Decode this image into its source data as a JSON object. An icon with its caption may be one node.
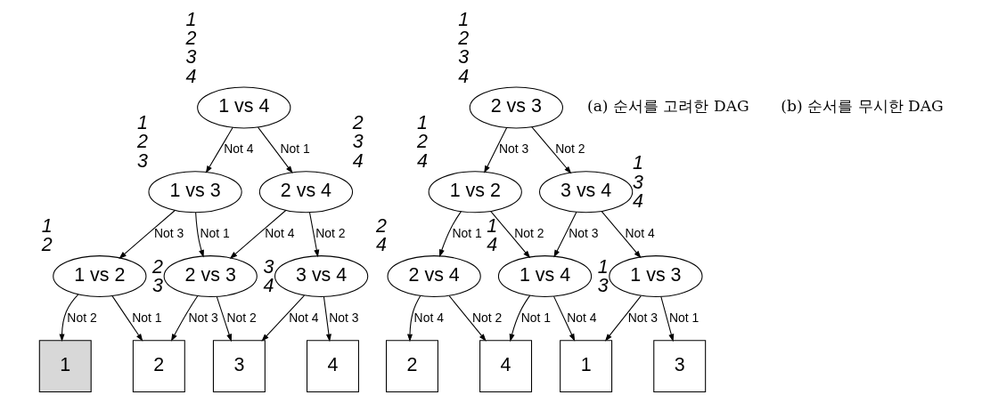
{
  "diagram": {
    "nodes": [
      {
        "text": [
          "1 vs 4"
        ],
        "beside": [
          "1 2 3 4"
        ]
      },
      {
        "text": [
          "1 vs 3"
        ],
        "beside": [
          "1 2 3"
        ]
      },
      {
        "text": [
          "2 vs 4"
        ],
        "beside": [
          "2 3 4"
        ]
      },
      {
        "text": [
          "1 vs 2"
        ],
        "beside": [
          "1 2"
        ]
      },
      {
        "text": [
          "2 vs 3"
        ],
        "beside": [
          "2 3"
        ]
      },
      {
        "text": [
          "3 vs 4"
        ],
        "beside": [
          "3 4"
        ]
      },
      {
        "text": [
          "1"
        ]
      },
      {
        "text": [
          "2"
        ]
      },
      {
        "text": [
          "3"
        ]
      },
      {
        "text": [
          "4"
        ]
      },
      {
        "text": [
          "2 vs 3"
        ],
        "beside": [
          "1 2 3 4"
        ]
      },
      {
        "text": [
          "1 vs 2"
        ],
        "beside": [
          "1 2 4"
        ]
      },
      {
        "text": [
          "3 vs 4"
        ],
        "beside": [
          "1 3 4"
        ]
      },
      {
        "text": [
          "2 vs 4"
        ],
        "beside": [
          "2 4"
        ]
      },
      {
        "text": [
          "1 vs 4"
        ],
        "beside": [
          "1 4"
        ]
      },
      {
        "text": [
          "1 vs 3"
        ],
        "beside": [
          "1 3"
        ]
      },
      {
        "text": [
          "2"
        ]
      },
      {
        "text": [
          "4"
        ]
      },
      {
        "text": [
          "1"
        ]
      },
      {
        "text": [
          "3"
        ]
      }
    ],
    "edges": [
      {
        "from": 0,
        "to": 1,
        "arrow": "to",
        "label": "Not 4"
      },
      {
        "from": 0,
        "to": 2,
        "arrow": "to",
        "label": "Not 1"
      },
      {
        "from": 1,
        "to": 3,
        "arrow": "to",
        "label": "Not 3"
      },
      {
        "from": 1,
        "to": 4,
        "arrow": "to",
        "label": "Not 1"
      },
      {
        "from": 2,
        "to": 4,
        "arrow": "to",
        "label": "Not 4"
      },
      {
        "from": 2,
        "to": 5,
        "arrow": "to",
        "label": "Not 2"
      },
      {
        "from": 3,
        "to": 6,
        "arrow": "to",
        "label": "Not 2"
      },
      {
        "from": 3,
        "to": 7,
        "arrow": "to",
        "label": "Not 1"
      },
      {
        "from": 4,
        "to": 7,
        "arrow": "to",
        "label": "Not 3"
      },
      {
        "from": 4,
        "to": 8,
        "arrow": "to",
        "label": "Not 2"
      },
      {
        "from": 5,
        "to": 8,
        "arrow": "to",
        "label": "Not 4"
      },
      {
        "from": 5,
        "to": 9,
        "arrow": "to",
        "label": "Not 3"
      },
      {
        "from": 10,
        "to": 11,
        "arrow": "to",
        "label": "Not 3"
      },
      {
        "from": 10,
        "to": 12,
        "arrow": "to",
        "label": "Not 2"
      },
      {
        "from": 11,
        "to": 13,
        "arrow": "to",
        "label": "Not 1"
      },
      {
        "from": 11,
        "to": 14,
        "arrow": "to",
        "label": "Not 2"
      },
      {
        "from": 12,
        "to": 14,
        "arrow": "to",
        "label": "Not 3"
      },
      {
        "from": 12,
        "to": 15,
        "arrow": "to",
        "label": "Not 4"
      },
      {
        "from": 13,
        "to": 16,
        "arrow": "to",
        "label": "Not 4"
      },
      {
        "from": 13,
        "to": 17,
        "arrow": "to",
        "label": "Not 2"
      },
      {
        "from": 14,
        "to": 17,
        "arrow": "to",
        "label": "Not 1"
      },
      {
        "from": 14,
        "to": 18,
        "arrow": "to",
        "label": "Not 4"
      },
      {
        "from": 15,
        "to": 18,
        "arrow": "to",
        "label": "Not 3"
      },
      {
        "from": 15,
        "to": 19,
        "arrow": "to",
        "label": "Not 1"
      }
    ],
    "labels": [
      "(a) 순서를 고려한 DAG",
      "(b) 순서를 무시한 DAG"
    ]
  }
}
